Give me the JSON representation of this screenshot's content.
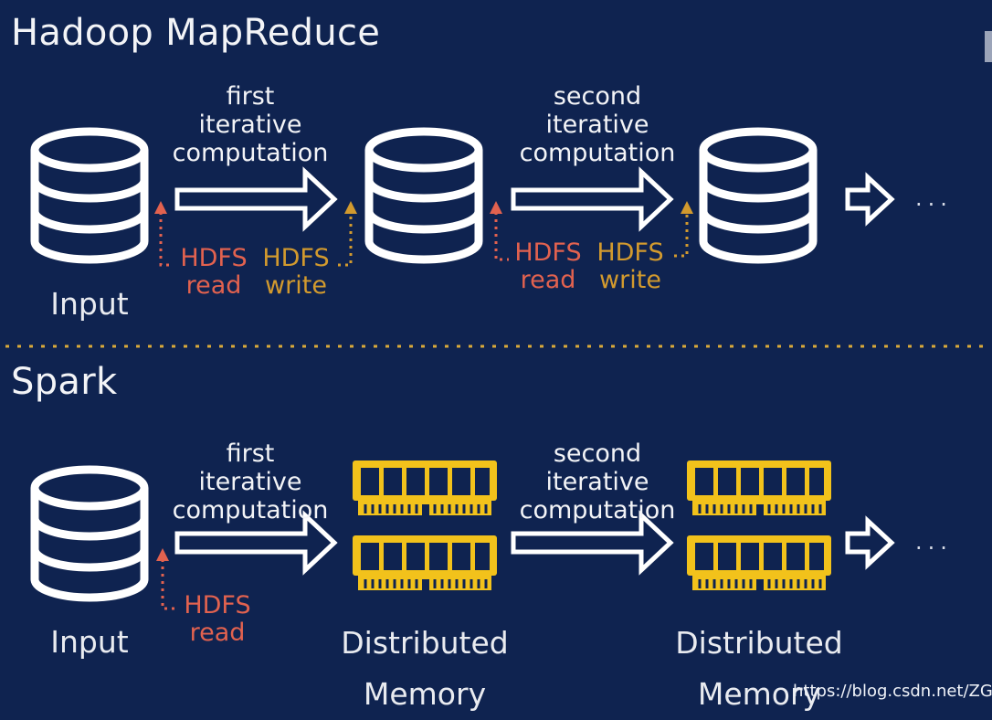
{
  "hadoop": {
    "title": "Hadoop MapReduce",
    "first_step": [
      "first",
      "iterative",
      "computation"
    ],
    "second_step": [
      "second",
      "iterative",
      "computation"
    ],
    "input_label": "Input",
    "hdfs_read": [
      "HDFS",
      "read"
    ],
    "hdfs_write": [
      "HDFS",
      "write"
    ],
    "continuation": "···"
  },
  "spark": {
    "title": "Spark",
    "first_step": [
      "first",
      "iterative",
      "computation"
    ],
    "second_step": [
      "second",
      "iterative",
      "computation"
    ],
    "input_label": "Input",
    "hdfs_read": [
      "HDFS",
      "read"
    ],
    "memory_label": [
      "Distributed",
      "Memory"
    ],
    "continuation": "···"
  },
  "watermark": "https://blog.csdn.net/ZGL_cyy",
  "colors": {
    "background": "#0f2350",
    "hdfs_read": "#e2624f",
    "hdfs_write": "#d29a2e",
    "memory_chip": "#f2c21b",
    "separator": "#d8a93a"
  },
  "icons": [
    "database-icon",
    "memory-module-icon",
    "arrow-right-icon",
    "arrow-up-icon"
  ]
}
